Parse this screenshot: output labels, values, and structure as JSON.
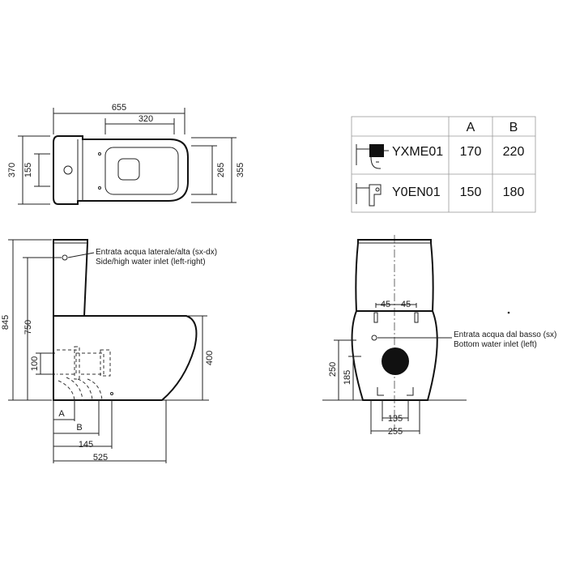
{
  "top_view": {
    "overall_width": "655",
    "seat_width": "320",
    "overall_depth": "370",
    "tank_depth": "155",
    "bowl_depth_inner": "265",
    "bowl_depth_outer": "355"
  },
  "side_view": {
    "overall_height": "845",
    "inlet_height": "750",
    "height_100": "100",
    "height_400": "400",
    "dim_a": "A",
    "dim_b": "B",
    "dim_145": "145",
    "dim_525": "525",
    "inlet_note_it": "Entrata acqua laterale/alta (sx-dx)",
    "inlet_note_en": "Side/high water inlet (left-right)"
  },
  "rear_view": {
    "left_offset": "45",
    "right_offset": "45",
    "height_250": "250",
    "height_185": "185",
    "width_135": "135",
    "width_255": "255",
    "inlet_note_it": "Entrata acqua dal basso (sx)",
    "inlet_note_en": "Bottom water inlet (left)"
  },
  "table": {
    "headers": [
      "A",
      "B"
    ],
    "rows": [
      {
        "code": "YXME01",
        "a": "170",
        "b": "220",
        "icon": "horizontal-trap-icon"
      },
      {
        "code": "Y0EN01",
        "a": "150",
        "b": "180",
        "icon": "vertical-trap-icon"
      }
    ]
  }
}
